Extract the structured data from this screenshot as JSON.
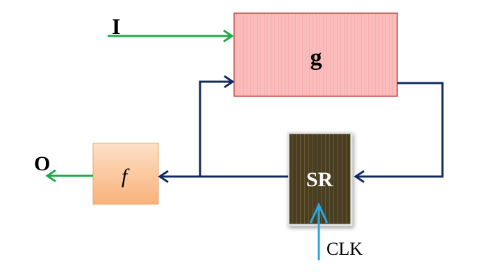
{
  "blocks": {
    "g": {
      "label": "g",
      "fill": "#fbbcbc",
      "stroke": "#c0504d"
    },
    "f": {
      "label": "f",
      "fill": "#fbc79c",
      "stroke": "#e8a870"
    },
    "sr": {
      "label": "SR",
      "fill": "#4a3d22",
      "stroke": "#e6e6e6"
    }
  },
  "signals": {
    "input": "I",
    "output": "O",
    "clock": "CLK"
  },
  "colors": {
    "io_arrow": "#1faa4a",
    "feedback": "#0f2a63",
    "clock": "#29a8e0"
  }
}
